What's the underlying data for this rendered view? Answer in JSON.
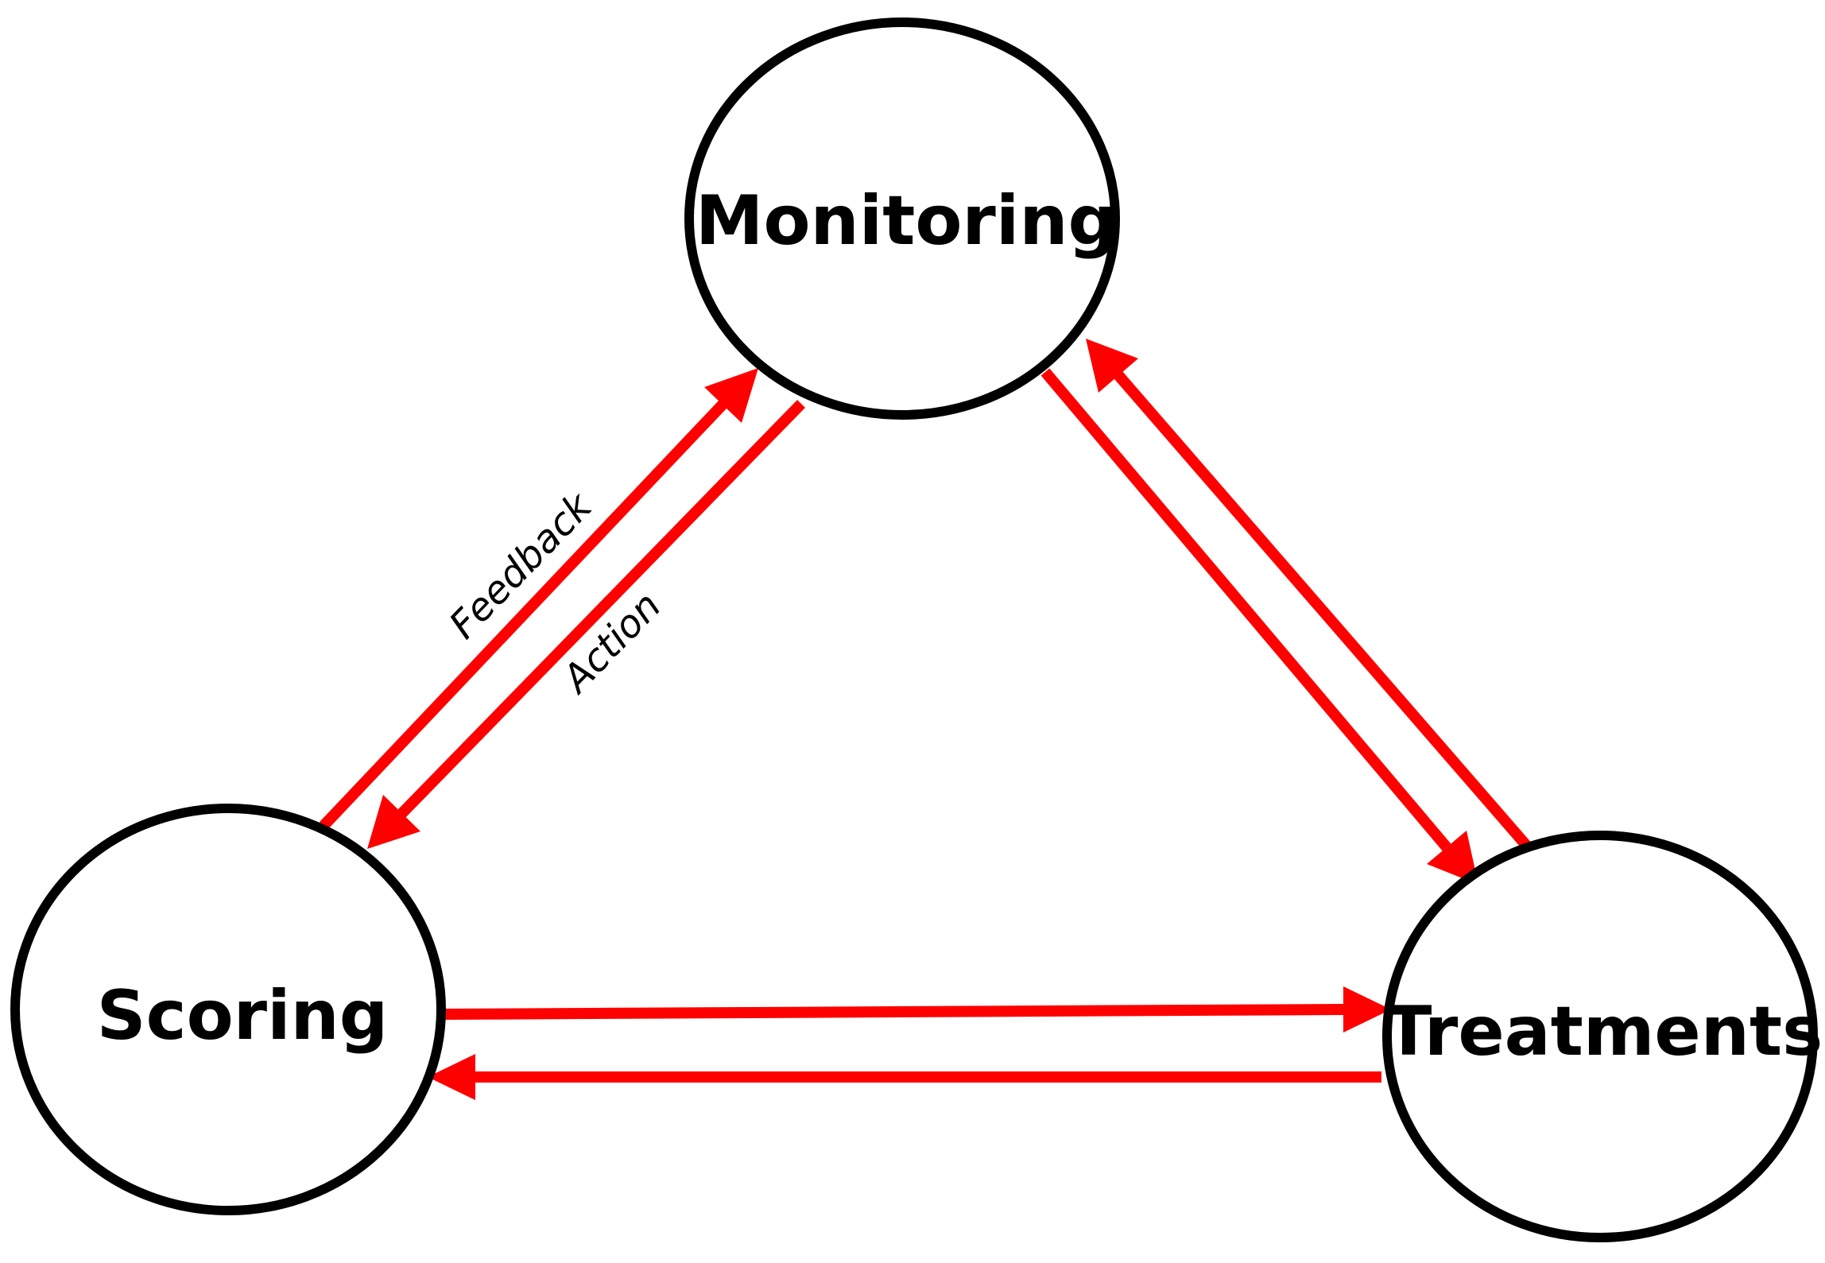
{
  "nodes": {
    "monitoring": {
      "label": "Monitoring"
    },
    "scoring": {
      "label": "Scoring"
    },
    "treatments": {
      "label": "Treatments"
    }
  },
  "edges": {
    "scoring_to_monitoring": {
      "label": "Feedback"
    },
    "monitoring_to_scoring": {
      "label": "Action"
    },
    "monitoring_to_treatments": {
      "label": ""
    },
    "treatments_to_monitoring": {
      "label": ""
    },
    "scoring_to_treatments": {
      "label": ""
    },
    "treatments_to_scoring": {
      "label": ""
    }
  },
  "colors": {
    "arrow": "#ff0000",
    "node_stroke": "#000000",
    "background": "#ffffff"
  }
}
